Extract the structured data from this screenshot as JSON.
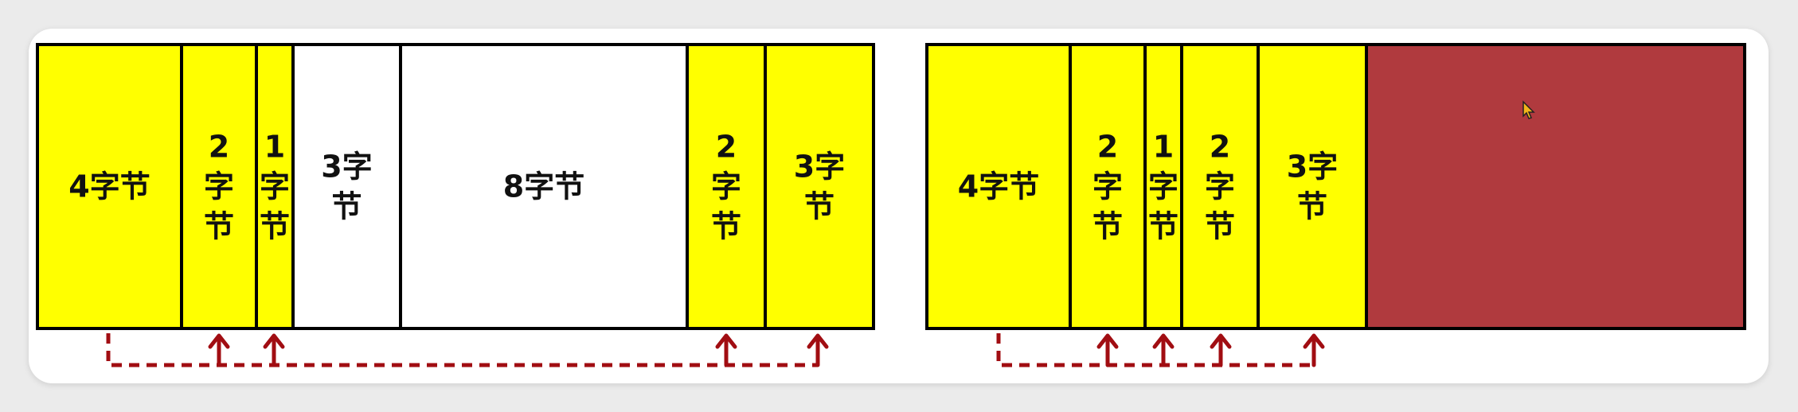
{
  "left_diagram": {
    "blocks": [
      {
        "id": "a",
        "lines": [
          "4字节"
        ],
        "fill": "#ffff00"
      },
      {
        "id": "b",
        "lines": [
          "2",
          "字",
          "节"
        ],
        "fill": "#ffff00"
      },
      {
        "id": "c",
        "lines": [
          "1",
          "字",
          "节"
        ],
        "fill": "#ffff00"
      },
      {
        "id": "d",
        "lines": [
          "3字",
          "节"
        ],
        "fill": "#ffffff"
      },
      {
        "id": "e",
        "lines": [
          "8字节"
        ],
        "fill": "#ffffff"
      },
      {
        "id": "f",
        "lines": [
          "2",
          "字",
          "节"
        ],
        "fill": "#ffff00"
      },
      {
        "id": "g",
        "lines": [
          "3字",
          "节"
        ],
        "fill": "#ffff00"
      }
    ]
  },
  "right_diagram": {
    "blocks": [
      {
        "id": "a",
        "lines": [
          "4字节"
        ],
        "fill": "#ffff00"
      },
      {
        "id": "b",
        "lines": [
          "2",
          "字",
          "节"
        ],
        "fill": "#ffff00"
      },
      {
        "id": "c",
        "lines": [
          "1",
          "字",
          "节"
        ],
        "fill": "#ffff00"
      },
      {
        "id": "f",
        "lines": [
          "2",
          "字",
          "节"
        ],
        "fill": "#ffff00"
      },
      {
        "id": "g",
        "lines": [
          "3字",
          "节"
        ],
        "fill": "#ffff00"
      },
      {
        "id": "free",
        "lines": [],
        "fill": "#b03a3e"
      }
    ]
  },
  "colors": {
    "used": "#ffff00",
    "freed": "#ffffff",
    "free_space": "#b03a3e",
    "pointer": "#a10d12"
  },
  "icons": {
    "cursor": "mouse-pointer-icon"
  }
}
